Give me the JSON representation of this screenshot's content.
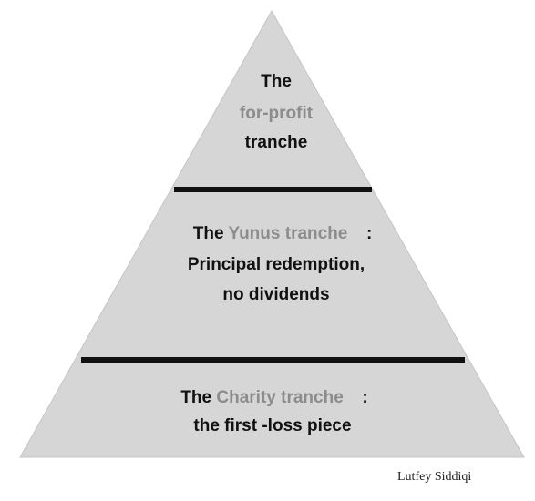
{
  "colors": {
    "pyramid_fill": "#d6d6d6",
    "divider": "#111111",
    "text": "#111111",
    "accent_text": "#8c8c8c"
  },
  "tiers": {
    "top": {
      "line1": "The",
      "line2": "for-profit",
      "line3": "tranche"
    },
    "middle": {
      "the": "The",
      "name": "Yunus tranche",
      "colon": ":",
      "line2": "Principal redemption,",
      "line3": "no dividends"
    },
    "bottom": {
      "the": "The",
      "name": "Charity tranche",
      "colon": ":",
      "line2": "the first -loss piece"
    }
  },
  "credit": "Lutfey Siddiqi"
}
